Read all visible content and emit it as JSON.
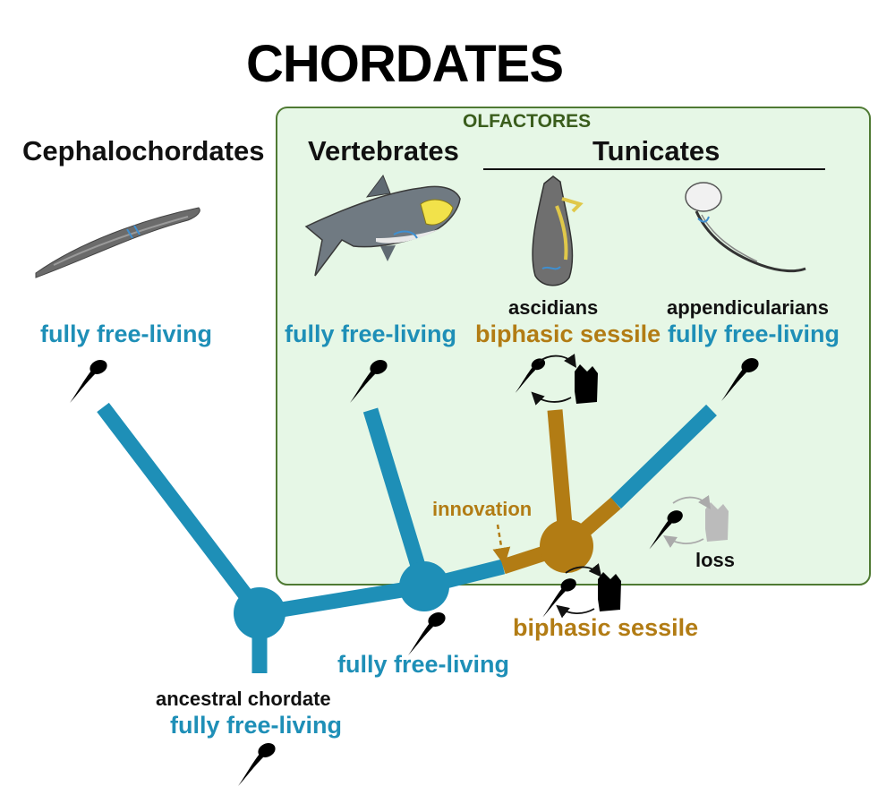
{
  "title": "CHORDATES",
  "clade_label": "OLFACTORES",
  "groups": {
    "cephalochordates": "Cephalochordates",
    "vertebrates": "Vertebrates",
    "tunicates": "Tunicates"
  },
  "subgroups": {
    "ascidians": "ascidians",
    "appendicularians": "appendicularians"
  },
  "lifestyles": {
    "cephalochordates": "fully free-living",
    "vertebrates": "fully free-living",
    "ascidians": "biphasic sessile",
    "appendicularians": "fully free-living",
    "ancestral_olfactores": "fully free-living",
    "ancestral_tunicate": "biphasic sessile",
    "ancestral_chordate": "fully free-living"
  },
  "node_labels": {
    "ancestral_chordate": "ancestral chordate",
    "innovation": "innovation",
    "loss": "loss"
  },
  "colors": {
    "free_living": "#1e8fb7",
    "sessile": "#b27c14",
    "olfactores_bg": "#e6f7e6",
    "olfactores_border": "#4f7a33",
    "loss_grey": "#bbbbbb"
  },
  "icons": {
    "larva": "tadpole-larva-icon",
    "adult": "sessile-adult-icon",
    "lancelet": "amphioxus-illustration",
    "shark": "shark-illustration",
    "ascidian": "ascidian-illustration",
    "appendicularian": "appendicularian-illustration"
  }
}
